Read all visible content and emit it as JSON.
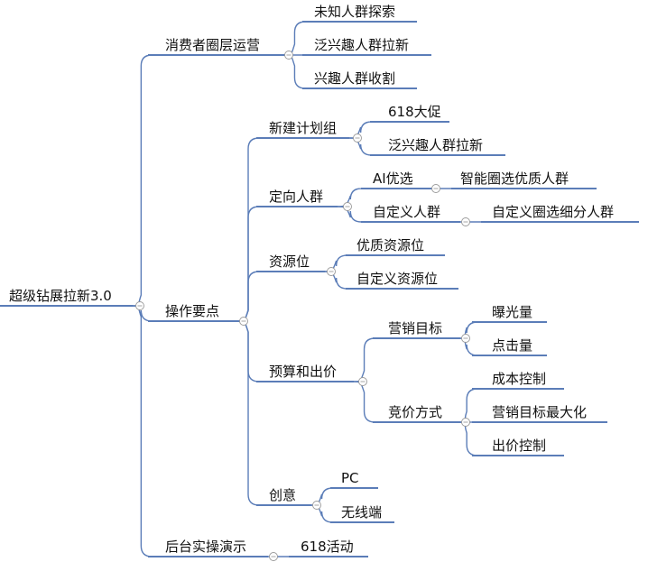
{
  "root": {
    "label": "超级钻展拉新3.0"
  },
  "branches": [
    {
      "label": "消费者圈层运营",
      "children": [
        {
          "label": "未知人群探索"
        },
        {
          "label": "泛兴趣人群拉新"
        },
        {
          "label": "兴趣人群收割"
        }
      ]
    },
    {
      "label": "操作要点",
      "children": [
        {
          "label": "新建计划组",
          "children": [
            {
              "label": "618大促"
            },
            {
              "label": "泛兴趣人群拉新"
            }
          ]
        },
        {
          "label": "定向人群",
          "children": [
            {
              "label": "AI优选",
              "children": [
                {
                  "label": "智能圈选优质人群"
                }
              ]
            },
            {
              "label": "自定义人群",
              "children": [
                {
                  "label": "自定义圈选细分人群"
                }
              ]
            }
          ]
        },
        {
          "label": "资源位",
          "children": [
            {
              "label": "优质资源位"
            },
            {
              "label": "自定义资源位"
            }
          ]
        },
        {
          "label": "预算和出价",
          "children": [
            {
              "label": "营销目标",
              "children": [
                {
                  "label": "曝光量"
                },
                {
                  "label": "点击量"
                }
              ]
            },
            {
              "label": "竞价方式",
              "children": [
                {
                  "label": "成本控制"
                },
                {
                  "label": "营销目标最大化"
                },
                {
                  "label": "出价控制"
                }
              ]
            }
          ]
        },
        {
          "label": "创意",
          "children": [
            {
              "label": "PC"
            },
            {
              "label": "无线端"
            }
          ]
        }
      ]
    },
    {
      "label": "后台实操演示",
      "children": [
        {
          "label": "618活动"
        }
      ]
    }
  ]
}
